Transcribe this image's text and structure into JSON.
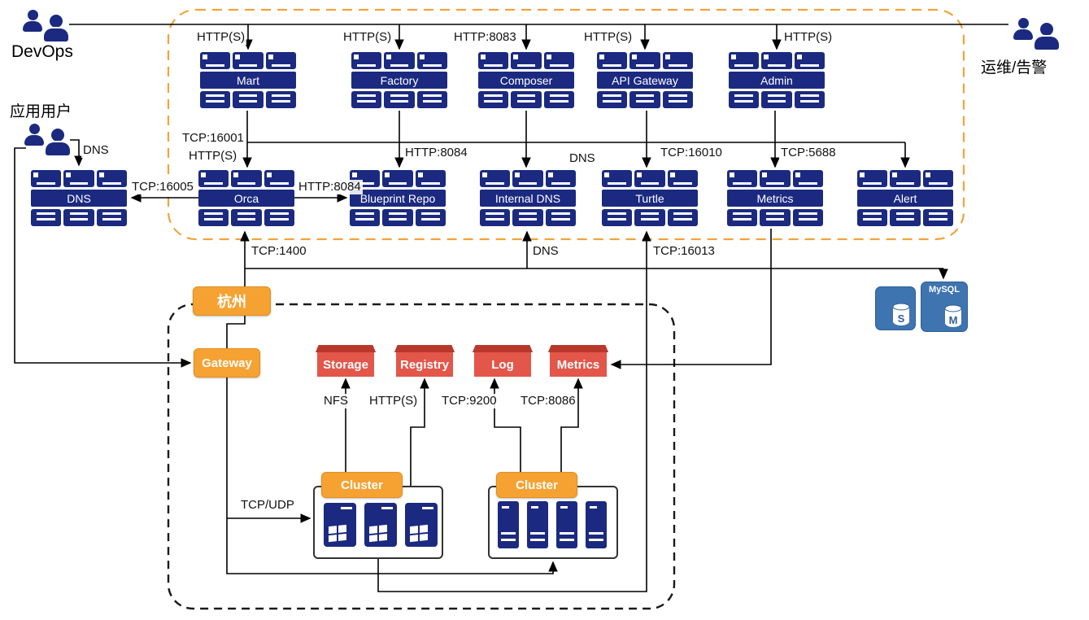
{
  "diagram_title": "service-deployment-architecture",
  "colors": {
    "server_navy": "#1b2a80",
    "region_dashed_orange": "#f2a33c",
    "region_dashed_black": "#1a1a1a",
    "node_orange": "#f6a233",
    "service_red": "#e3564a",
    "service_red_lid": "#b8382c",
    "mysql_blue": "#3e74b0",
    "line_black": "#000000"
  },
  "actors": {
    "devops": "DevOps",
    "ops_alert": "运维/告警",
    "app_user": "应用用户"
  },
  "clusters": {
    "mart": "Mart",
    "factory": "Factory",
    "composer": "Composer",
    "api_gateway": "API Gateway",
    "admin": "Admin",
    "dns": "DNS",
    "orca": "Orca",
    "blueprint_repo": "Blueprint Repo",
    "internal_dns": "Internal DNS",
    "turtle": "Turtle",
    "metrics": "Metrics",
    "alert": "Alert"
  },
  "hangzhou": {
    "region": "杭州",
    "gateway": "Gateway",
    "services": {
      "storage": "Storage",
      "registry": "Registry",
      "log": "Log",
      "metrics": "Metrics"
    },
    "cluster1": "Cluster",
    "cluster2": "Cluster"
  },
  "mysql": {
    "title": "MySQL",
    "slave": "S",
    "master": "M"
  },
  "links": {
    "devops_mart": "HTTP(S)",
    "devops_factory": "HTTP(S)",
    "devops_composer": "HTTP:8083",
    "devops_api_gateway": "HTTP(S)",
    "ops_admin": "HTTP(S)",
    "user_dns": "DNS",
    "mart_orca_port": "TCP:16001",
    "mart_orca_proto": "HTTP(S)",
    "factory_blueprint": "HTTP:8084",
    "composer_internal_dns": "DNS",
    "api_gateway_turtle": "TCP:16010",
    "admin_metrics": "TCP:5688",
    "orca_dns": "TCP:16005",
    "orca_blueprint": "HTTP:8084",
    "hz_orca": "TCP:1400",
    "hz_internal_dns": "DNS",
    "hz_turtle": "TCP:16013",
    "cluster1_storage": "NFS",
    "cluster1_registry": "HTTP(S)",
    "cluster2_log": "TCP:9200",
    "cluster2_metrics": "TCP:8086",
    "gateway_cluster": "TCP/UDP"
  }
}
